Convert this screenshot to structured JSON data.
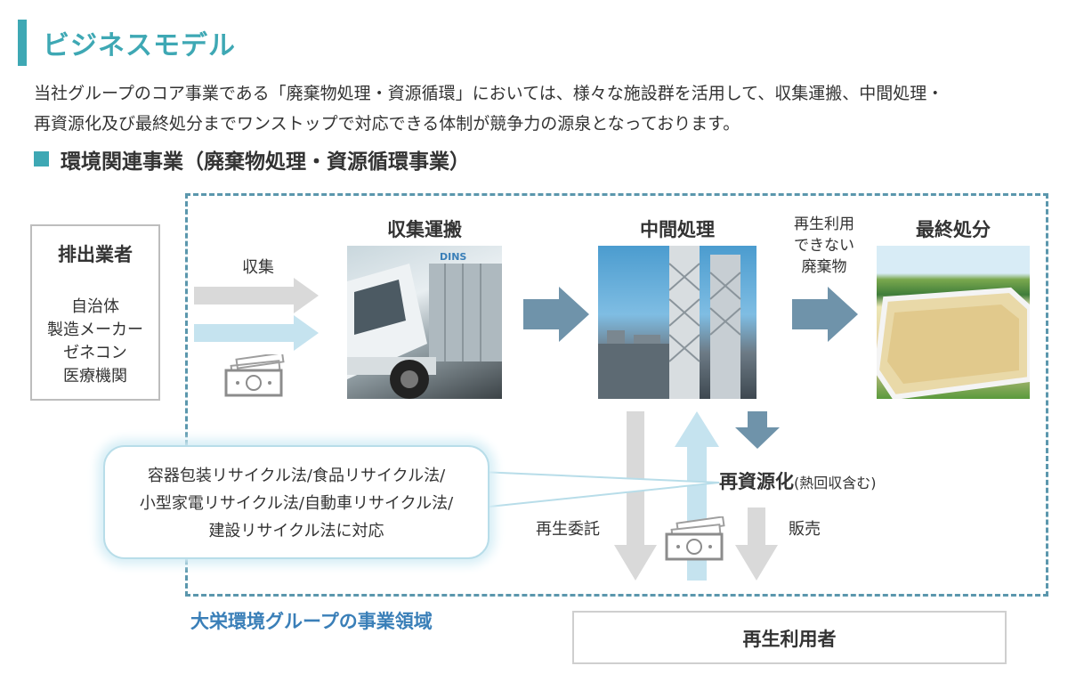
{
  "header": {
    "title": "ビジネスモデル",
    "lead_line1": "当社グループのコア事業である「廃棄物処理・資源循環」においては、様々な施設群を活用して、収集運搬、中間処理・",
    "lead_line2": "再資源化及び最終処分までワンストップで対応できる体制が競争力の源泉となっております。",
    "section_title": "環境関連事業（廃棄物処理・資源循環事業）"
  },
  "diagram": {
    "emitter": {
      "title": "排出業者",
      "items": [
        "自治体",
        "製造メーカー",
        "ゼネコン",
        "医療機関"
      ]
    },
    "collect_label": "収集",
    "stages": {
      "collection": "収集運搬",
      "intermediate": "中間処理",
      "final": "最終処分"
    },
    "cannot_reuse": [
      "再生利用",
      "できない",
      "廃棄物"
    ],
    "callout_lines": [
      "容器包装リサイクル法/食品リサイクル法/",
      "小型家電リサイクル法/自動車リサイクル法/",
      "建設リサイクル法に対応"
    ],
    "recycle": {
      "title": "再資源化",
      "note": "(熱回収含む)"
    },
    "commission_label": "再生委託",
    "sales_label": "販売",
    "reuser": "再生利用者",
    "domain_label": "大栄環境グループの事業領域",
    "truck_logo": "DINS"
  },
  "colors": {
    "accent": "#3ea8b4",
    "dashed_border": "#5b97ad",
    "arrow_dark": "#6f93aa",
    "arrow_light": "#c5e3ef",
    "arrow_gray": "#d9d9d9",
    "domain_text": "#3a7fb8"
  },
  "icons": {
    "money": "money-bill-icon",
    "arrow": "arrow-right-icon"
  }
}
